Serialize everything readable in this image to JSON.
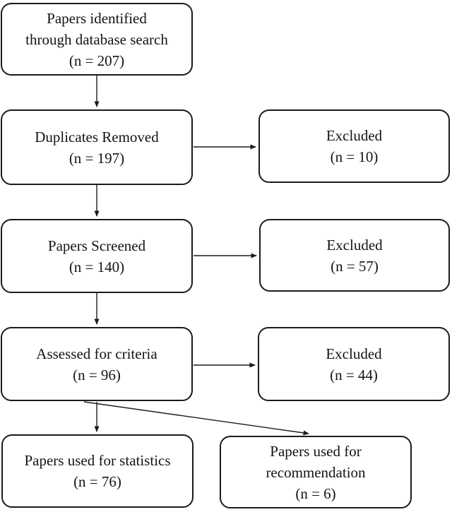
{
  "diagram": {
    "type": "flowchart",
    "colors": {
      "background": "#ffffff",
      "box_border": "#1b1b1b",
      "text": "#141414",
      "arrow": "#1b1b1b"
    },
    "nodes": {
      "identified": "Papers identified\nthrough database search\n(n = 207)",
      "duplicates": "Duplicates Removed\n(n = 197)",
      "excluded_duplicates": "Excluded\n(n = 10)",
      "screened": "Papers Screened\n(n = 140)",
      "excluded_screening": "Excluded\n(n = 57)",
      "assessed": "Assessed for criteria\n(n = 96)",
      "excluded_criteria": "Excluded\n(n = 44)",
      "statistics": "Papers used for statistics\n(n = 76)",
      "recommendation": "Papers used for\nrecommendation\n(n = 6)"
    },
    "counts": {
      "identified": 207,
      "after_duplicates_removed": 197,
      "excluded_duplicates": 10,
      "screened": 140,
      "excluded_screening": 57,
      "assessed_for_criteria": 96,
      "excluded_criteria": 44,
      "used_for_statistics": 76,
      "used_for_recommendation": 6
    },
    "edges": [
      "identified -> duplicates",
      "duplicates -> excluded_duplicates",
      "duplicates -> screened",
      "screened -> excluded_screening",
      "screened -> assessed",
      "assessed -> excluded_criteria",
      "assessed -> statistics",
      "assessed -> recommendation"
    ]
  }
}
